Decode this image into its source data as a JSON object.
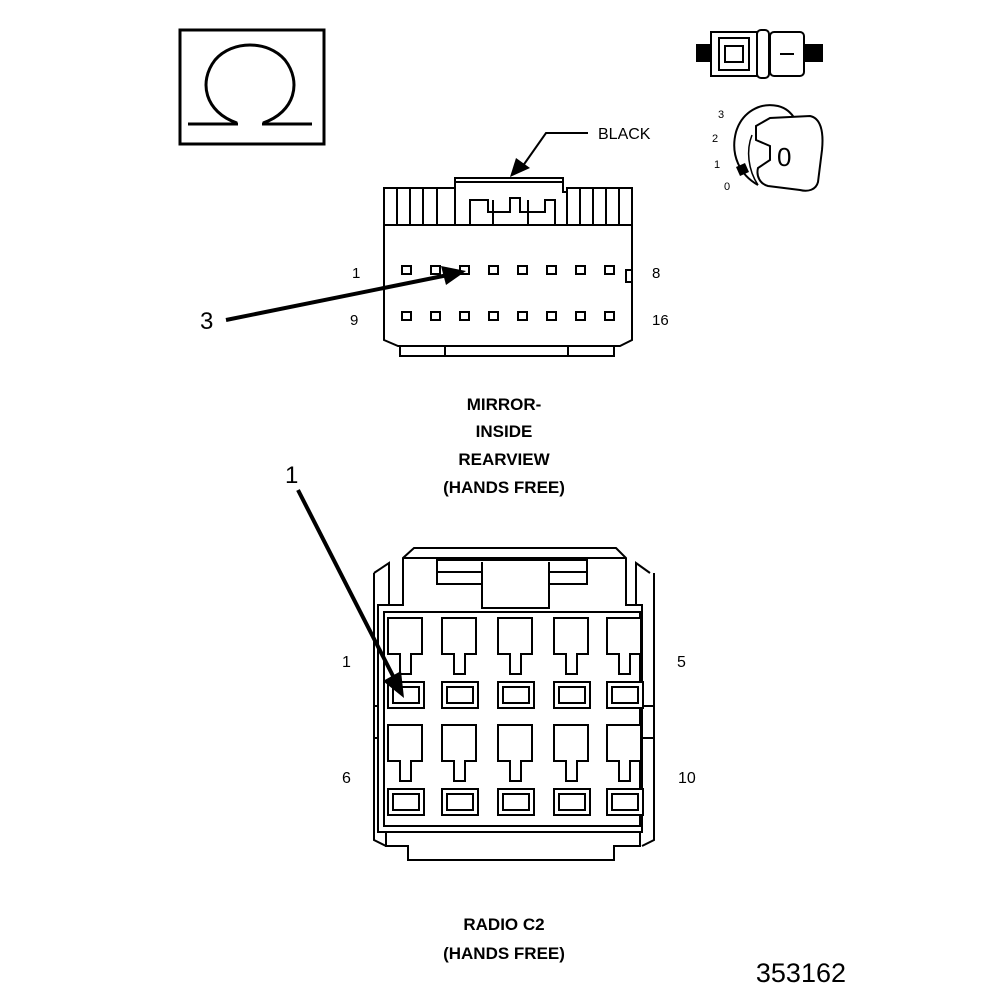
{
  "symbol": {
    "glyph": "Ω"
  },
  "mirror_connector": {
    "color_label": "BLACK",
    "callout": "3",
    "pin_labels": {
      "top_left": "1",
      "top_right": "8",
      "bottom_left": "9",
      "bottom_right": "16"
    },
    "caption": [
      "MIRROR-",
      "INSIDE",
      "REARVIEW",
      "(HANDS FREE)"
    ]
  },
  "radio_connector": {
    "callout": "1",
    "pin_labels": {
      "top_left": "1",
      "top_right": "5",
      "bottom_left": "6",
      "bottom_right": "10"
    },
    "caption": [
      "RADIO C2",
      "(HANDS FREE)"
    ]
  },
  "ignition_key": {
    "positions": [
      "3",
      "2",
      "1",
      "0"
    ],
    "key_label": "0"
  },
  "figure_number": "353162"
}
